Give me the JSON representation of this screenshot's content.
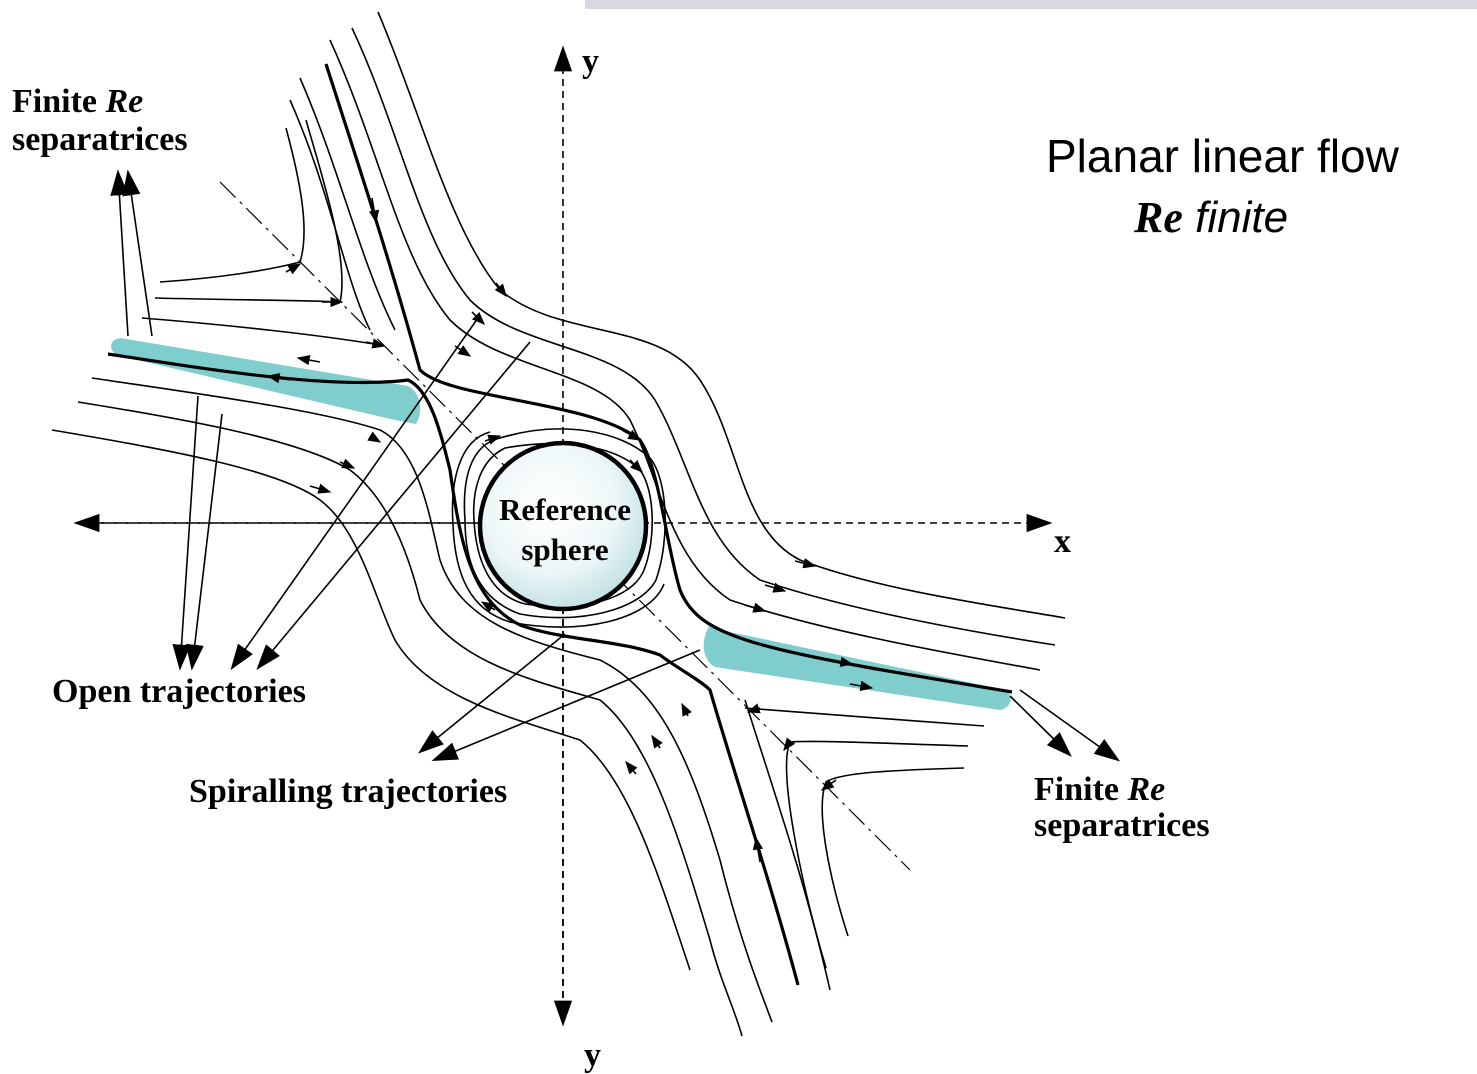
{
  "title": {
    "line1": "Planar linear flow",
    "line2_re": "Re",
    "line2_rest": " finite"
  },
  "axes": {
    "x_label": "x",
    "y_top_label": "y",
    "y_bottom_label": "y"
  },
  "sphere": {
    "line1": "Reference",
    "line2": "sphere"
  },
  "labels": {
    "separatrices_tl_word": "Finite ",
    "separatrices_tl_re": "Re",
    "separatrices_tl_line2": "separatrices",
    "separatrices_br_word": "Finite ",
    "separatrices_br_re": "Re",
    "separatrices_br_line2": "separatrices",
    "open": "Open trajectories",
    "spiralling": "Spiralling trajectories"
  },
  "colors": {
    "separatrix_highlight": "#7fcdcd",
    "sphere_center": "#ffffff",
    "sphere_edge": "#c2e2e4",
    "top_bar": "#d8d8e0"
  }
}
